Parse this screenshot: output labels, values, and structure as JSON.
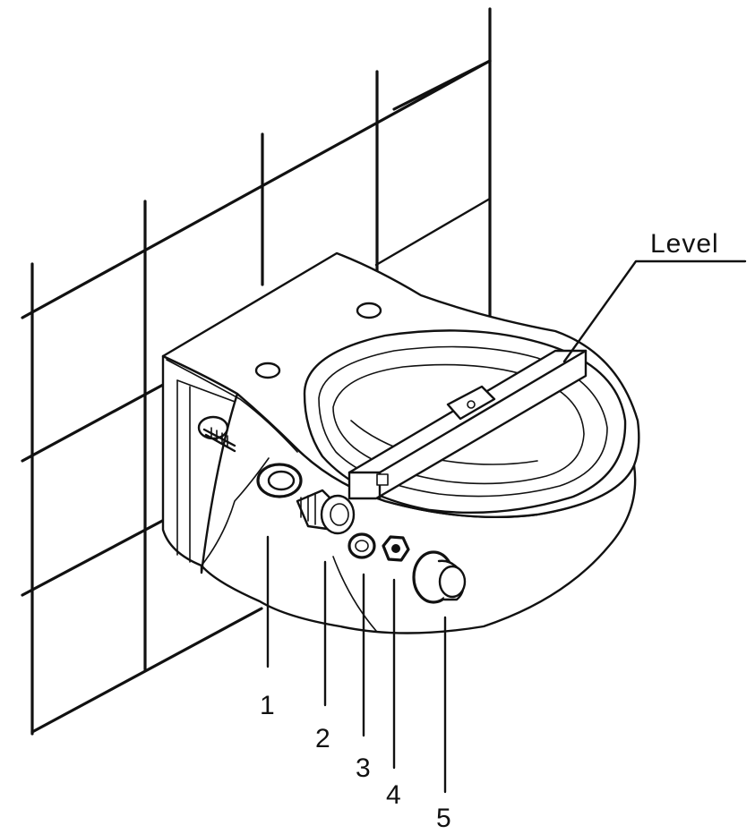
{
  "labels": {
    "level": "Level",
    "parts": [
      "1",
      "2",
      "3",
      "4",
      "5"
    ]
  },
  "colors": {
    "line": "#111111",
    "background": "#ffffff"
  }
}
